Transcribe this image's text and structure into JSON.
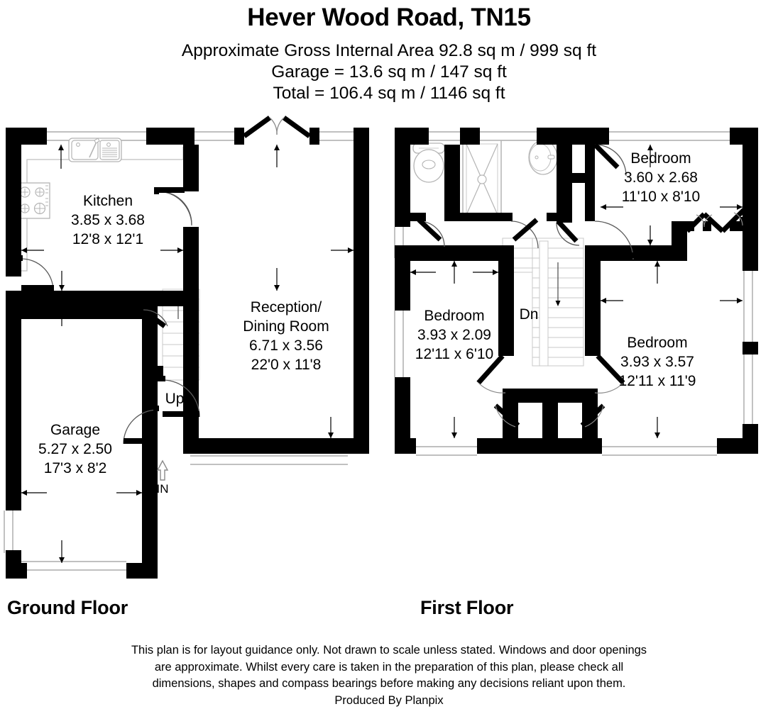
{
  "header": {
    "title": "Hever Wood Road, TN15",
    "area_lines": [
      "Approximate Gross Internal Area  92.8 sq m / 999 sq ft",
      "Garage =  13.6 sq m / 147 sq ft",
      "Total = 106.4 sq m / 1146 sq ft"
    ]
  },
  "ground_floor": {
    "caption": "Ground Floor",
    "rooms": [
      {
        "name": "Kitchen",
        "metric": "3.85 x 3.68",
        "imperial": "12'8 x 12'1"
      },
      {
        "name": "Reception/",
        "name2": "Dining Room",
        "metric": "6.71 x 3.56",
        "imperial": "22'0 x 11'8"
      },
      {
        "name": "Garage",
        "metric": "5.27 x 2.50",
        "imperial": "17'3 x 8'2"
      }
    ],
    "stair_label": "Up",
    "entrance_label": "IN"
  },
  "first_floor": {
    "caption": "First Floor",
    "rooms": [
      {
        "name": "Bedroom",
        "metric": "3.60 x 2.68",
        "imperial": "11'10 x 8'10"
      },
      {
        "name": "Bedroom",
        "metric": "3.93 x 2.09",
        "imperial": "12'11 x 6'10"
      },
      {
        "name": "Bedroom",
        "metric": "3.93 x 3.57",
        "imperial": "12'11 x 11'9"
      }
    ],
    "stair_label": "Dn"
  },
  "footer": {
    "lines": [
      "This plan is for layout guidance only. Not drawn to scale unless stated. Windows and door openings",
      "are approximate. Whilst every care is taken in the preparation of this plan, please check all",
      "dimensions, shapes and compass bearings before making any decisions reliant upon them."
    ],
    "producer": "Produced By Planpix"
  },
  "colors": {
    "wall": "#000000",
    "background": "#ffffff",
    "fixture_stroke": "#b4b4b4",
    "thin_line": "#9a9a9a"
  }
}
